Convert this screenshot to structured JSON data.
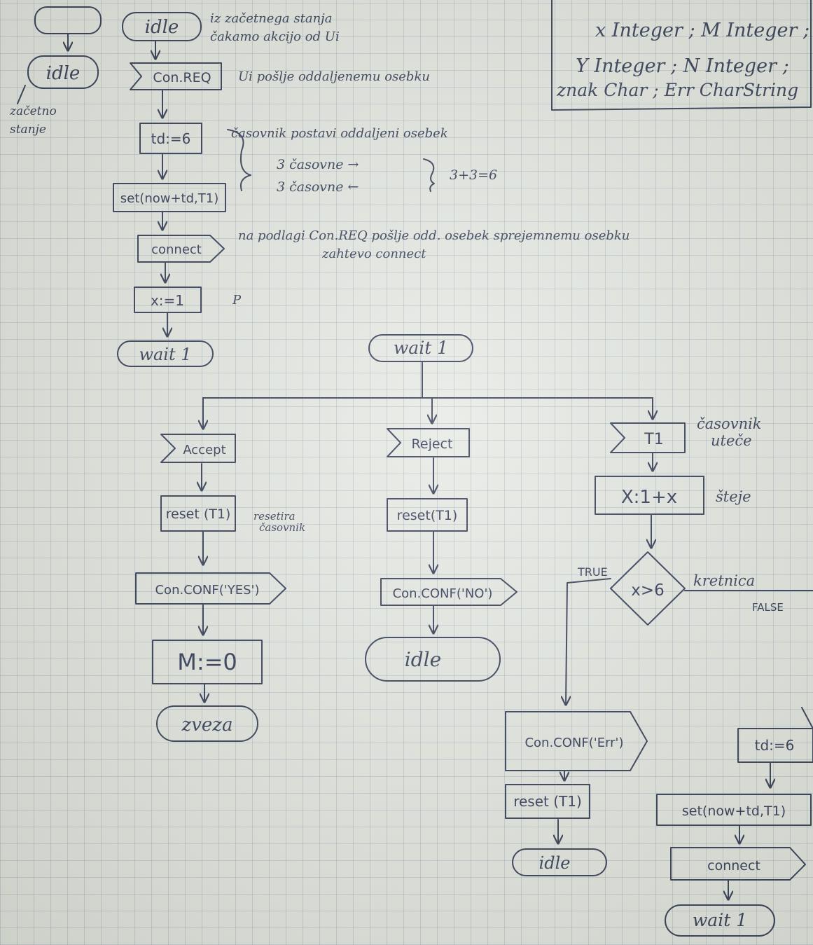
{
  "legend": {
    "line1": "x Integer ; M Integer ;",
    "line2": "Y Integer ; N Integer ;",
    "line3": "znak Char ; Err CharString"
  },
  "mini": {
    "top_box": "",
    "idle": "idle",
    "note_line1": "začetno",
    "note_line2": "stanje"
  },
  "flow_main": {
    "start": "idle",
    "start_note_line1": "iz začetnega stanja",
    "start_note_line2": "čakamo akcijo od Ui",
    "input_req": "Con.REQ",
    "req_note": "Ui pošlje oddaljenemu osebku",
    "td": "td:=6",
    "td_note": "časovnik postavi oddaljeni osebek",
    "timers_line1": "3 časovne →",
    "timers_line2": "3 časovne ←",
    "timers_sum": "3+3=6",
    "set": "set(now+td,T1)",
    "connect": "connect",
    "connect_note_line1": "na podlagi Con.REQ pošlje odd. osebek sprejemnemu osebku",
    "connect_note_line2": "zahtevo connect",
    "x_assign": "x:=1",
    "x_mark": "P",
    "wait": "wait 1"
  },
  "flow_wait": {
    "state": "wait 1",
    "accept": {
      "input": "Accept",
      "reset": "reset (T1)",
      "reset_note_line1": "resetira",
      "reset_note_line2": "časovnik",
      "output": "Con.CONF('YES')",
      "assign": "M:=0",
      "next": "zveza"
    },
    "reject": {
      "input": "Reject",
      "reset": "reset(T1)",
      "output": "Con.CONF('NO')",
      "next": "idle"
    },
    "timeout": {
      "input": "T1",
      "input_note_line1": "časovnik",
      "input_note_line2": "uteče",
      "assign": "X:1+x",
      "assign_note": "šteje",
      "decision": "x>6",
      "decision_note": "kretnica",
      "true_label": "TRUE",
      "false_label": "FALSE",
      "true_branch": {
        "output": "Con.CONF('Err')",
        "reset": "reset (T1)",
        "next": "idle"
      },
      "false_branch": {
        "td": "td:=6",
        "set": "set(now+td,T1)",
        "connect": "connect",
        "next": "wait 1"
      }
    }
  }
}
